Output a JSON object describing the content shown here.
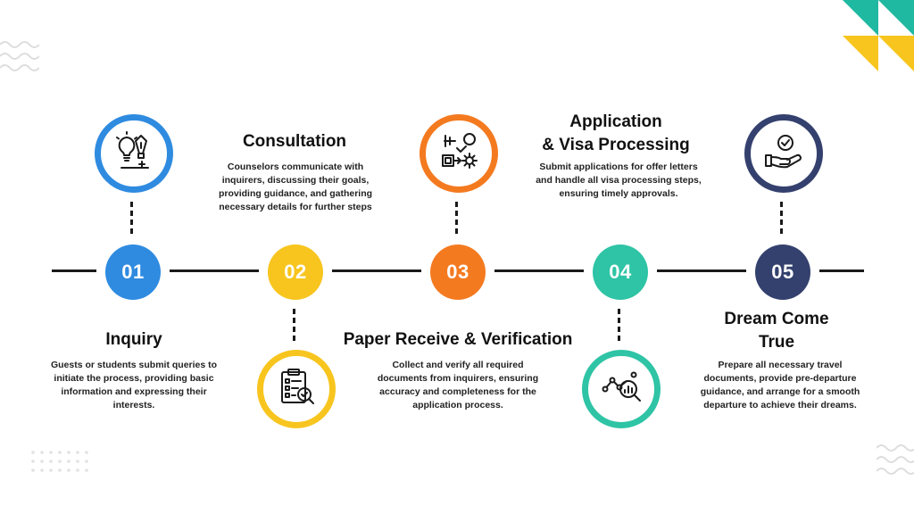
{
  "colors": {
    "step1": "#2f8be0",
    "step2": "#f7c51e",
    "step3": "#f47a20",
    "step4": "#2ec4a5",
    "step5": "#34416e",
    "line": "#1a1a1a",
    "corner_teal": "#1fb8a0",
    "corner_yellow": "#f7c51e"
  },
  "steps": [
    {
      "number": "01",
      "title": "Inquiry",
      "description": "Guests or students submit queries to initiate the process, providing basic information and expressing their interests.",
      "icon": "lightbulb-pen-icon"
    },
    {
      "number": "02",
      "title": "Consultation",
      "description": "Counselors communicate with inquirers, discussing their goals, providing guidance, and gathering necessary details for further steps",
      "icon": "clipboard-check-icon"
    },
    {
      "number": "03",
      "title": "Paper Receive & Verification",
      "description": "Collect and verify all required documents from inquirers, ensuring accuracy and completeness for the application process.",
      "icon": "process-flow-icon"
    },
    {
      "number": "04",
      "title_line1": "Application",
      "title_line2": "& Visa Processing",
      "description": "Submit applications for offer letters and handle all visa processing steps, ensuring timely approvals.",
      "icon": "analytics-search-icon"
    },
    {
      "number": "05",
      "title_line1": "Dream Come",
      "title_line2": "True",
      "description": "Prepare all necessary travel documents, provide pre-departure guidance, and arrange for a smooth departure to achieve their dreams.",
      "icon": "hand-check-icon"
    }
  ]
}
